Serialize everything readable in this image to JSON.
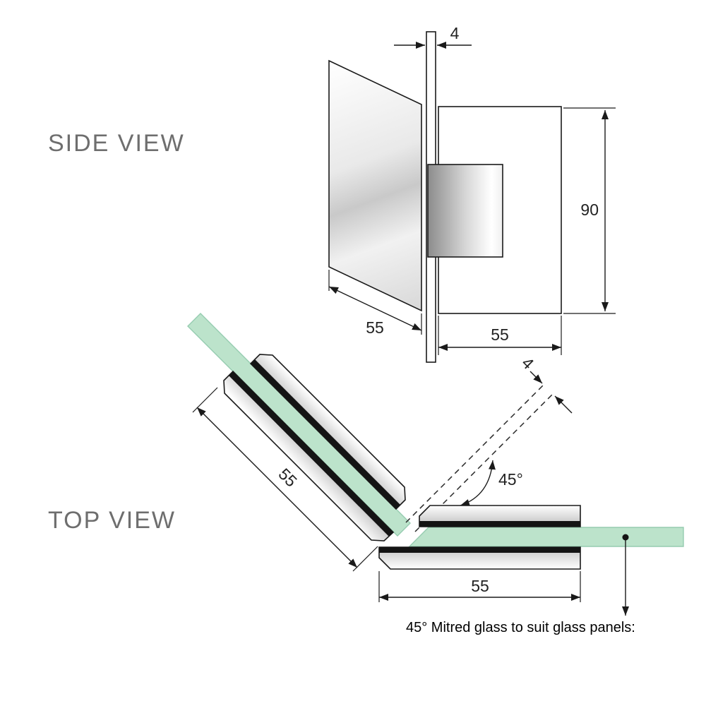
{
  "labels": {
    "side_view": "SIDE VIEW",
    "top_view": "TOP VIEW",
    "caption": "45° Mitred glass to suit glass panels:"
  },
  "side_view": {
    "glass_thickness": "4",
    "bracket_height": "90",
    "panel_width": "55",
    "bracket_width": "55"
  },
  "top_view": {
    "mitre_thickness": "4",
    "mitre_angle": "45°",
    "diagonal_clamp_length": "55",
    "horizontal_clamp_length": "55"
  },
  "colors": {
    "glass": "#bce3cb",
    "glass_edge": "#96ccb0",
    "line": "#1a1a1a",
    "label": "#6e6e6e"
  }
}
